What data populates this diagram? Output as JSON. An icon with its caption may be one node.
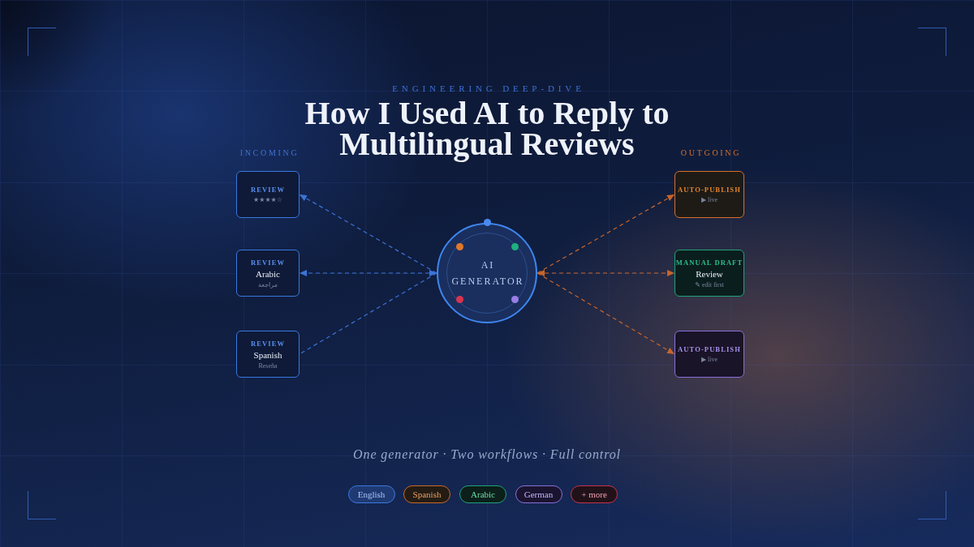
{
  "diagram": {
    "title": "How I Used AI to Reply to Multilingual Reviews",
    "nodes": [
      {
        "text": [
          "REVIEW",
          "★★★★☆"
        ]
      },
      {
        "text": [
          "REVIEW",
          "Arabic",
          "مراجعة"
        ]
      },
      {
        "text": [
          "REVIEW",
          "Spanish",
          "Reseña"
        ]
      },
      {
        "text": [
          "AI GENERATOR"
        ]
      },
      {
        "text": [
          "AUTO-PUBLISH",
          "▶ live"
        ]
      },
      {
        "text": [
          "MANUAL DRAFT",
          "Review",
          "✎ edit first"
        ]
      },
      {
        "text": [
          "AUTO-PUBLISH",
          "▶ live"
        ]
      },
      {
        "text": [
          "English"
        ]
      },
      {
        "text": [
          "Spanish"
        ]
      },
      {
        "text": [
          "Arabic"
        ]
      },
      {
        "text": [
          "German"
        ]
      },
      {
        "text": [
          "+ more"
        ]
      }
    ],
    "edges": [
      {
        "from": 3,
        "to": 0,
        "arrow": "to",
        "style": "dashed",
        "color": "#3b74d8"
      },
      {
        "from": 3,
        "to": 1,
        "arrow": "both",
        "style": "dashed",
        "color": "#3b74d8"
      },
      {
        "from": 3,
        "to": 2,
        "arrow": "none",
        "style": "dashed",
        "color": "#3b74d8"
      },
      {
        "from": 3,
        "to": 4,
        "arrow": "to",
        "style": "dashed",
        "color": "#c8652a"
      },
      {
        "from": 3,
        "to": 5,
        "arrow": "both",
        "style": "dashed",
        "color": "#c8652a"
      },
      {
        "from": 3,
        "to": 6,
        "arrow": "to",
        "style": "dashed",
        "color": "#c8652a"
      }
    ],
    "labels": [
      "ENGINEERING DEEP-DIVE",
      "INCOMING",
      "OUTGOING",
      "One generator · Two workflows · Full control"
    ]
  }
}
